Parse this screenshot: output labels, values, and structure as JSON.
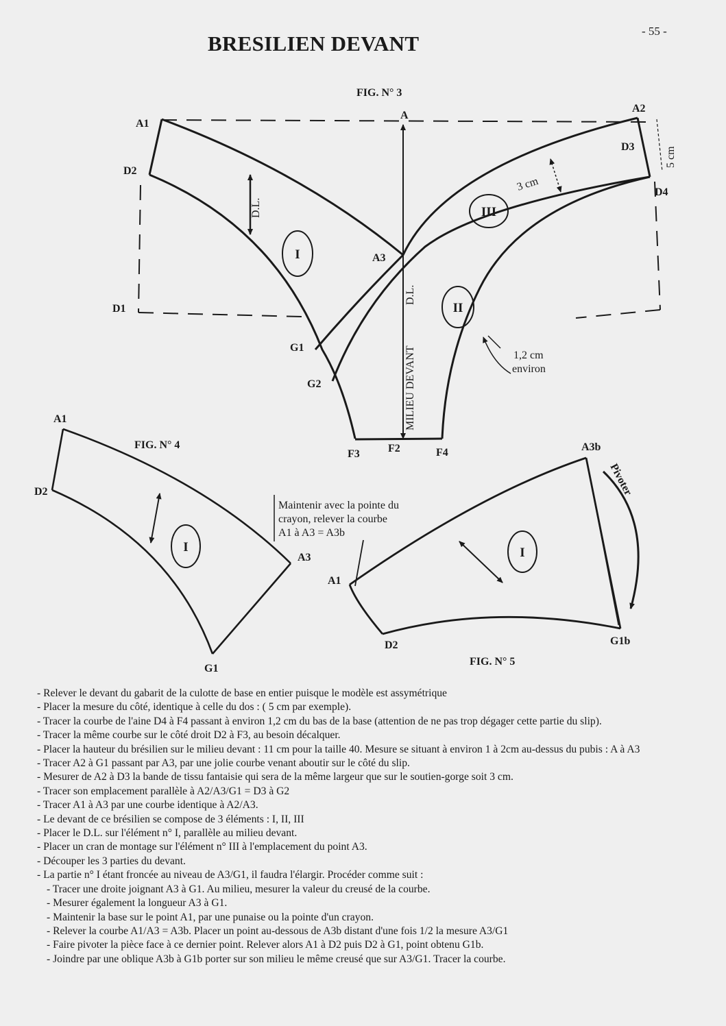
{
  "page_number": "- 55 -",
  "title": "BRESILIEN DEVANT",
  "figures": {
    "fig3": {
      "caption": "FIG. N° 3",
      "points": {
        "a1": "A1",
        "a": "A",
        "a2": "A2",
        "d3": "D3",
        "d2": "D2",
        "d4": "D4",
        "d1": "D1",
        "a3": "A3",
        "g1": "G1",
        "g2": "G2",
        "f3": "F3",
        "f2": "F2",
        "f4": "F4"
      },
      "parts": {
        "p1": "I",
        "p2": "II",
        "p3": "III"
      },
      "dl_label": "D.L.",
      "milieu_label": "MILIEU DEVANT",
      "milieu_dl_label": "D.L.",
      "measure_3cm": "3 cm",
      "measure_5cm": "5 cm",
      "measure_12cm_line1": "1,2 cm",
      "measure_12cm_line2": "environ"
    },
    "fig4": {
      "caption": "FIG. N° 4",
      "points": {
        "a1": "A1",
        "d2": "D2",
        "a3": "A3",
        "g1": "G1"
      },
      "part": "I"
    },
    "fig5": {
      "caption": "FIG. N° 5",
      "points": {
        "a3b": "A3b",
        "a1": "A1",
        "d2": "D2",
        "g1b": "G1b"
      },
      "part": "I",
      "pivot_label": "Pivoter",
      "note_line1": "Maintenir avec la pointe du",
      "note_line2": "crayon, relever la courbe",
      "note_line3": "A1 à A3 = A3b"
    }
  },
  "instructions": [
    {
      "text": "- Relever le devant du gabarit de la culotte de base en entier puisque le modèle est assymétrique",
      "sub": false
    },
    {
      "text": "- Placer la mesure du côté, identique à celle du dos : ( 5 cm par exemple).",
      "sub": false
    },
    {
      "text": "- Tracer la courbe de l'aine D4 à F4 passant à environ 1,2 cm du bas de la base (attention de ne pas trop dégager cette partie du slip).",
      "sub": false,
      "wrap": true
    },
    {
      "text": "- Tracer la même courbe sur le côté droit D2 à F3, au besoin décalquer.",
      "sub": false
    },
    {
      "text": "- Placer la hauteur du brésilien sur le milieu devant : 11 cm pour la taille 40. Mesure se situant à environ 1 à 2cm au-dessus du pubis : A à A3",
      "sub": false,
      "wrap": true
    },
    {
      "text": "- Tracer A2 à G1 passant par A3, par une jolie courbe venant aboutir sur le côté du slip.",
      "sub": false
    },
    {
      "text": "- Mesurer de A2 à D3 la bande de tissu fantaisie qui sera de la même largeur que sur le soutien-gorge soit 3 cm.",
      "sub": false
    },
    {
      "text": "- Tracer son emplacement parallèle à A2/A3/G1 = D3 à G2",
      "sub": false
    },
    {
      "text": "- Tracer A1 à A3 par une courbe identique à A2/A3.",
      "sub": false
    },
    {
      "text": "- Le devant de ce brésilien se compose de 3 éléments : I, II, III",
      "sub": false
    },
    {
      "text": "- Placer le D.L. sur l'élément n° I, parallèle au milieu devant.",
      "sub": false
    },
    {
      "text": "- Placer un cran de montage sur l'élément n° III à l'emplacement du point A3.",
      "sub": false
    },
    {
      "text": "- Découper les 3 parties du devant.",
      "sub": false
    },
    {
      "text": "- La partie n° I étant froncée au niveau de A3/G1, il faudra l'élargir. Procéder comme suit :",
      "sub": false
    },
    {
      "text": "- Tracer une droite joignant A3 à G1. Au milieu, mesurer la valeur du creusé de la courbe.",
      "sub": true
    },
    {
      "text": "- Mesurer également la longueur A3 à G1.",
      "sub": true
    },
    {
      "text": "- Maintenir la base sur le point A1, par une punaise ou la pointe d'un crayon.",
      "sub": true
    },
    {
      "text": "- Relever la courbe A1/A3 = A3b. Placer un point au-dessous de A3b distant d'une fois 1/2 la mesure A3/G1",
      "sub": true
    },
    {
      "text": "- Faire pivoter la pièce face à ce dernier point. Relever alors A1 à D2 puis D2 à G1, point obtenu G1b.",
      "sub": true
    },
    {
      "text": "- Joindre par une oblique A3b à G1b porter sur son milieu le même creusé que sur A3/G1. Tracer la courbe.",
      "sub": true
    }
  ]
}
